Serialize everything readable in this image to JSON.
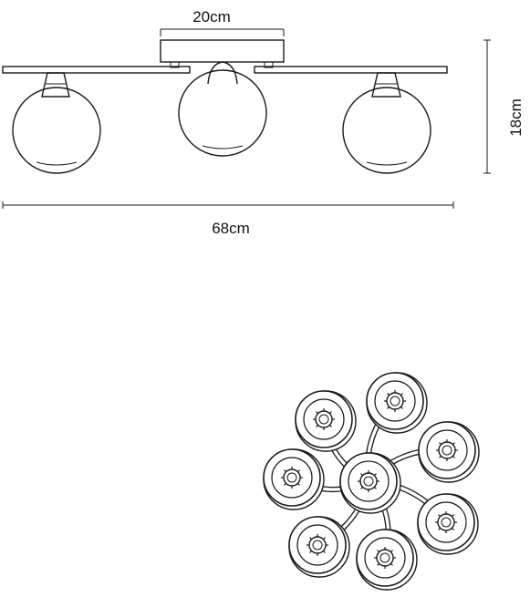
{
  "dimensions": {
    "width_label": "20cm",
    "length_label": "68cm",
    "height_label": "18cm"
  },
  "colors": {
    "line": "#1a1a1a",
    "background": "#ffffff"
  }
}
